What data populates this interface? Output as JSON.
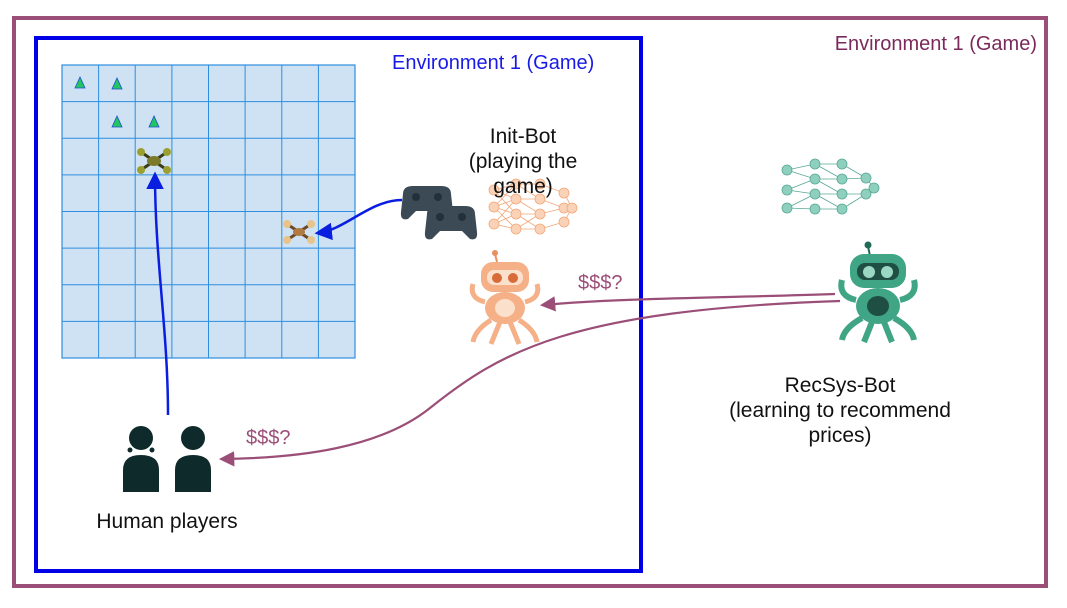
{
  "outer_environment": {
    "title": "Environment 1 (Game)",
    "border_color": "#9b4f78"
  },
  "inner_environment": {
    "title": "Environment 1 (Game)",
    "border_color": "#0000e6"
  },
  "grid": {
    "rows": 8,
    "cols": 8,
    "fill": "#cfe2f3",
    "line_color": "#2d8ee0"
  },
  "init_bot": {
    "label_line1": "Init-Bot",
    "label_line2": "(playing the game)",
    "color": "#f2a87a"
  },
  "recsys_bot": {
    "label_line1": "RecSys-Bot",
    "label_line2": "(learning to recommend",
    "label_line3": "prices)",
    "color": "#2e9a7a"
  },
  "human_players": {
    "label": "Human players",
    "icon": "person-icon"
  },
  "price_labels": {
    "to_bot": "$$$?",
    "to_humans": "$$$?"
  },
  "icons": {
    "triangle": "triangle-marker-icon",
    "drone": "drone-icon",
    "gamepad": "gamepad-icon",
    "neural_net": "neural-network-icon",
    "robot": "robot-icon"
  },
  "colors": {
    "arrow_blue": "#0a1ee0",
    "arrow_purple": "#9b4f78",
    "triangle": "#22c55e"
  }
}
